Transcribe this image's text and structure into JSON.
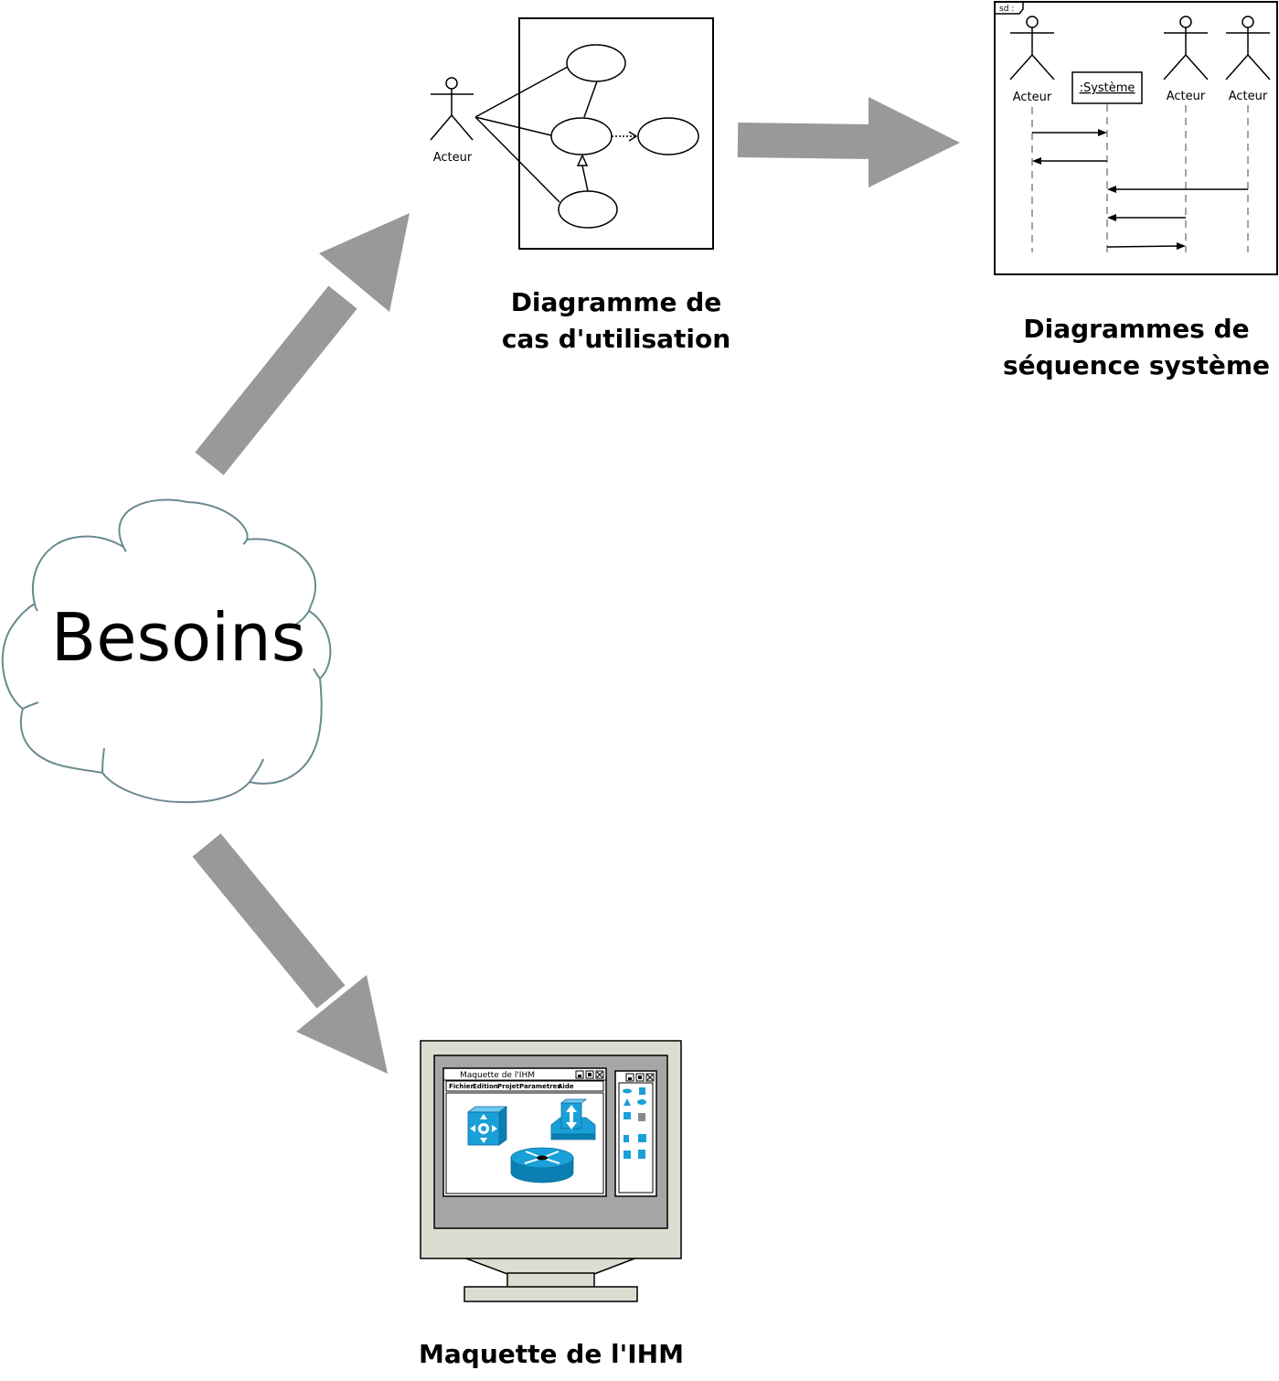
{
  "cloud": {
    "label": "Besoins"
  },
  "use_case": {
    "caption_line1": "Diagramme de",
    "caption_line2": "cas d'utilisation",
    "actor_label": "Acteur"
  },
  "sequence": {
    "caption_line1": "Diagrammes de",
    "caption_line2": "séquence système",
    "frame_tag": "sd :",
    "system_label": ":Système",
    "actors": [
      "Acteur",
      "Acteur",
      "Acteur"
    ]
  },
  "mockup": {
    "caption": "Maquette de l'IHM",
    "window_title": "Maquette de l'IHM",
    "menu_items": [
      "Fichier",
      "Edition",
      "Projet",
      "Parametres",
      "Aide"
    ]
  },
  "colors": {
    "arrow": "#999999",
    "cloud_stroke": "#6a8a90",
    "router_blue": "#1aa0d8"
  }
}
